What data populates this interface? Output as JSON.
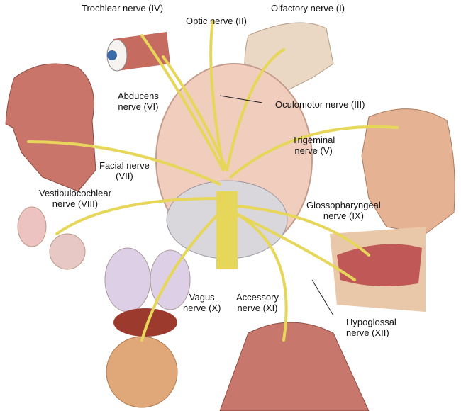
{
  "labels": {
    "trochlear": "Trochlear nerve (IV)",
    "optic": "Optic nerve (II)",
    "olfactory": "Olfactory nerve (I)",
    "abducens_1": "Abducens",
    "abducens_2": "nerve (VI)",
    "oculomotor": "Oculomotor nerve (III)",
    "trigeminal_1": "Trigeminal",
    "trigeminal_2": "nerve (V)",
    "facial_1": "Facial nerve",
    "facial_2": "(VII)",
    "vestibulocochlear_1": "Vestibulocochlear",
    "vestibulocochlear_2": "nerve (VIII)",
    "glossopharyngeal_1": "Glossopharyngeal",
    "glossopharyngeal_2": "nerve (IX)",
    "vagus_1": "Vagus",
    "vagus_2": "nerve (X)",
    "accessory_1": "Accessory",
    "accessory_2": "nerve (XI)",
    "hypoglossal_1": "Hypoglossal",
    "hypoglossal_2": "nerve (XII)"
  },
  "colors": {
    "nerve": "#e6d75a",
    "brain": "#f1cdbd",
    "muscle": "#c8706a",
    "skin": "#e9b898"
  }
}
